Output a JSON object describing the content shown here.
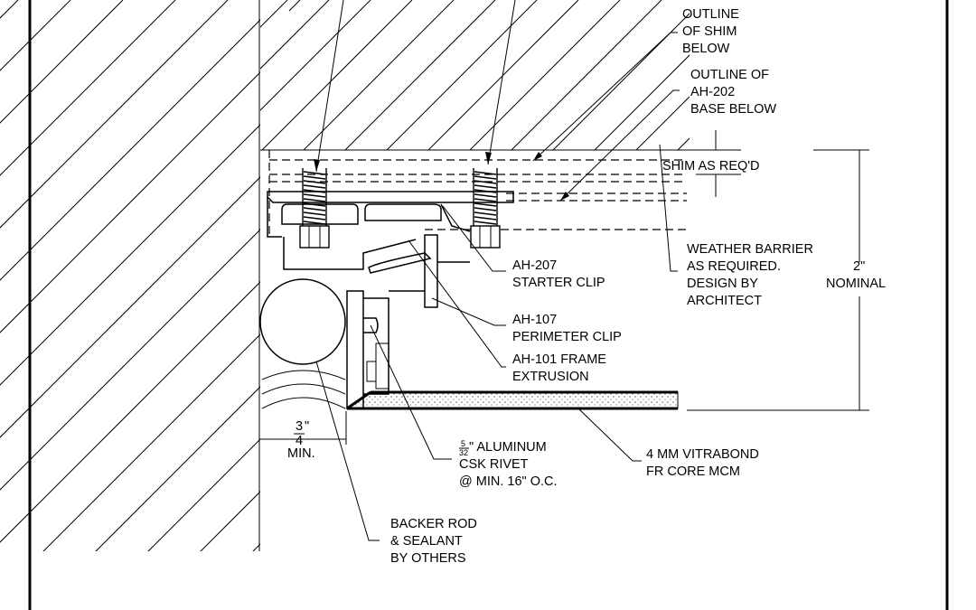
{
  "labels": {
    "outline_shim": [
      "OUTLINE",
      "OF SHIM",
      "BELOW"
    ],
    "outline_base": [
      "OUTLINE OF",
      "AH-202",
      "BASE BELOW"
    ],
    "shim": [
      "SHIM AS REQ'D"
    ],
    "weather_barrier": [
      "WEATHER BARRIER",
      "AS REQUIRED.",
      "DESIGN BY",
      "ARCHITECT"
    ],
    "nominal": [
      "2\"",
      "NOMINAL"
    ],
    "starter_clip": [
      "AH-207",
      "STARTER CLIP"
    ],
    "perimeter_clip": [
      "AH-107",
      "PERIMETER CLIP"
    ],
    "frame_extrusion": [
      "AH-101 FRAME",
      "EXTRUSION"
    ],
    "min_dim": {
      "numerator": "3",
      "denominator": "4",
      "unit": "\"",
      "suffix": "MIN."
    },
    "rivet": {
      "numerator": "5",
      "denominator": "32",
      "first_line": "\" ALUMINUM",
      "lines": [
        "CSK RIVET",
        "@ MIN. 16\" O.C."
      ]
    },
    "mcm": [
      "4 MM VITRABOND",
      "FR CORE MCM"
    ],
    "backer_rod": [
      "BACKER ROD",
      "& SEALANT",
      "BY OTHERS"
    ]
  }
}
